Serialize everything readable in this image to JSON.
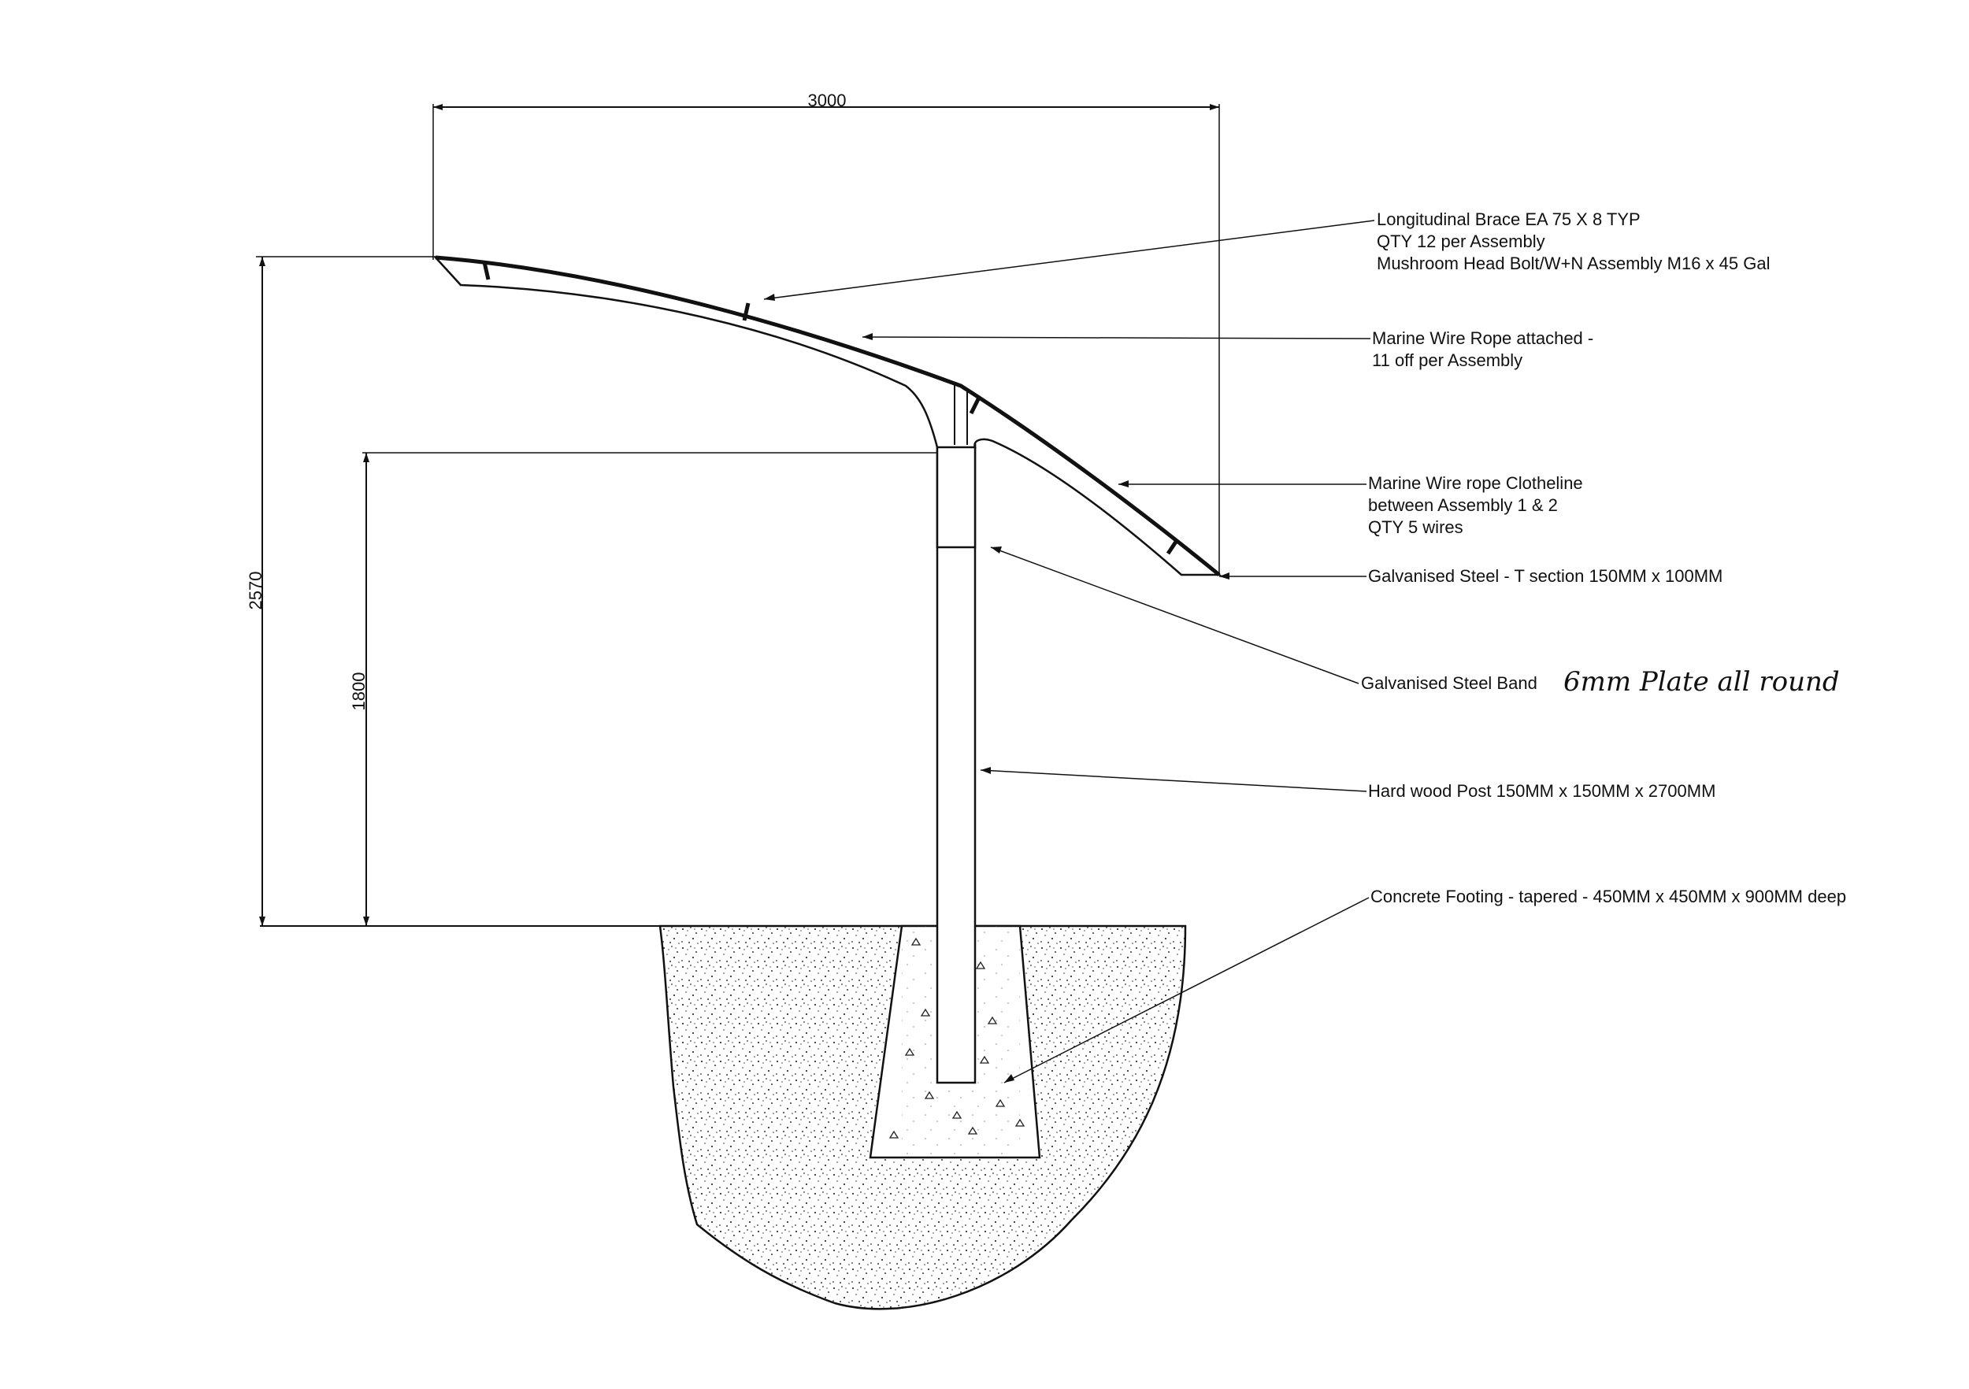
{
  "dimensions": {
    "width": "3000",
    "overall_height": "2570",
    "clear_height": "1800"
  },
  "callouts": {
    "longitudinal_brace": {
      "line1": "Longitudinal Brace EA 75 X 8 TYP",
      "line2": "QTY 12 per Assembly",
      "line3": "Mushroom Head Bolt/W+N Assembly M16 x 45 Gal"
    },
    "marine_wire_rope": {
      "line1": "Marine Wire Rope attached -",
      "line2": "11 off per Assembly"
    },
    "clotheline": {
      "line1": "Marine Wire rope Clotheline",
      "line2": "between Assembly 1 & 2",
      "line3": "QTY 5 wires"
    },
    "t_section": "Galvanised Steel - T section 150MM x 100MM",
    "steel_band": {
      "label": "Galvanised Steel Band",
      "handwritten": "6mm  Plate all round"
    },
    "post": "Hard wood Post 150MM x 150MM x 2700MM",
    "footing": "Concrete Footing - tapered - 450MM x 450MM x 900MM deep"
  }
}
